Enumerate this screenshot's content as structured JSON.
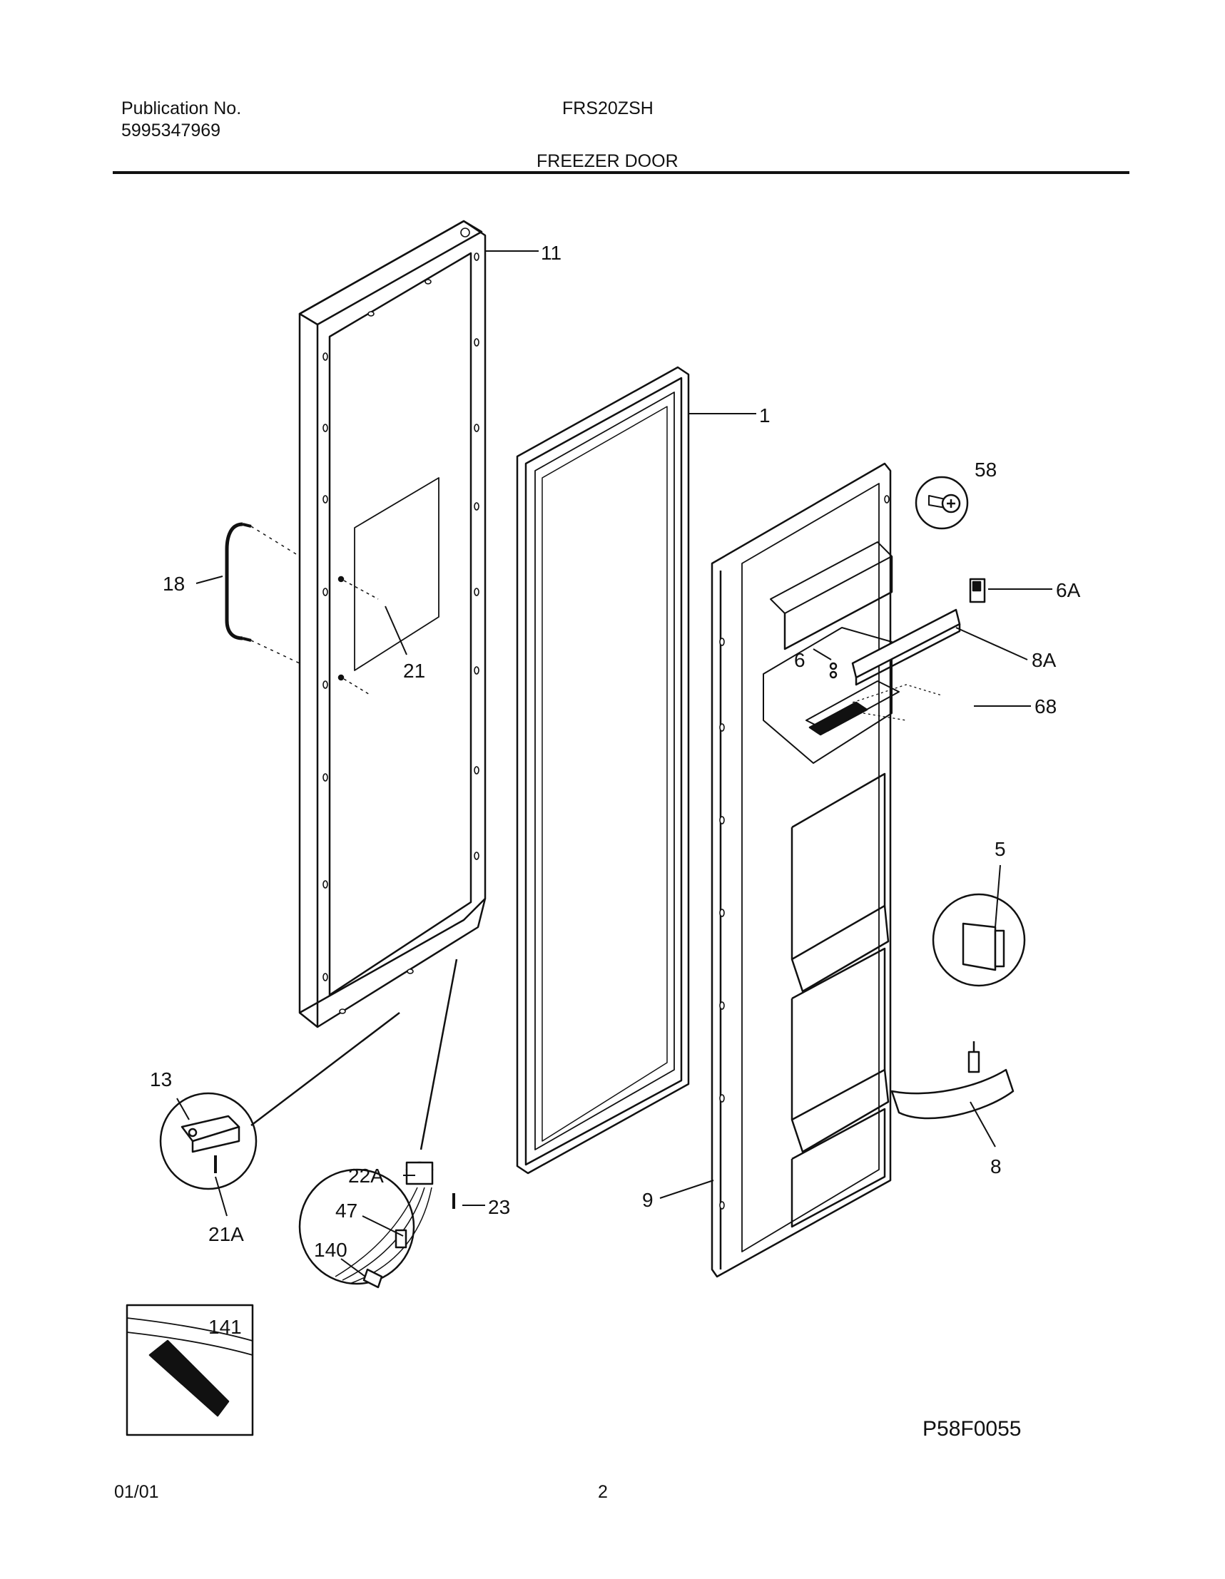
{
  "header": {
    "publication_label": "Publication No.",
    "publication_number": "5995347969",
    "model": "FRS20ZSH",
    "section_title": "FREEZER DOOR"
  },
  "callouts": [
    "11",
    "1",
    "58",
    "6A",
    "8A",
    "6",
    "68",
    "18",
    "21",
    "5",
    "8",
    "9",
    "13",
    "21A",
    "22A",
    "47",
    "23",
    "140",
    "141"
  ],
  "diagram_code": "P58F0055",
  "footer": {
    "date": "01/01",
    "page": "2"
  }
}
